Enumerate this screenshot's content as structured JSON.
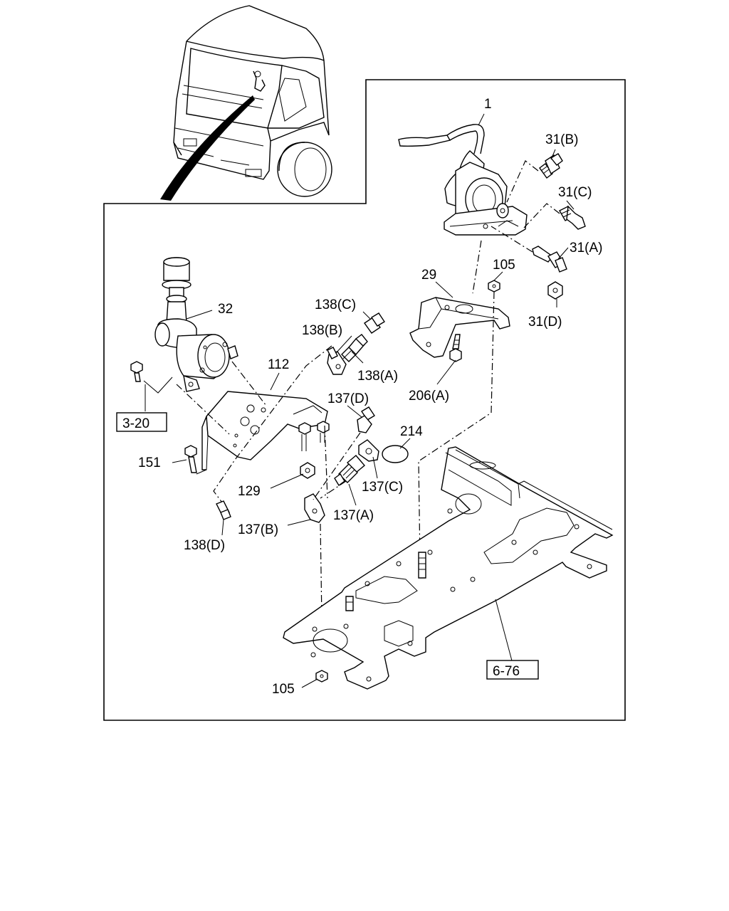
{
  "callouts": {
    "c1": "1",
    "c31b": "31(B)",
    "c31c": "31(C)",
    "c31a": "31(A)",
    "c31d": "31(D)",
    "c105a": "105",
    "c29": "29",
    "c32": "32",
    "c138c": "138(C)",
    "c138b": "138(B)",
    "c138a": "138(A)",
    "c112": "112",
    "c206a": "206(A)",
    "c320": "3-20",
    "c137d": "137(D)",
    "c214": "214",
    "c151": "151",
    "c137c": "137(C)",
    "c129": "129",
    "c137a": "137(A)",
    "c137b": "137(B)",
    "c138d": "138(D)",
    "c676": "6-76",
    "c105b": "105"
  }
}
